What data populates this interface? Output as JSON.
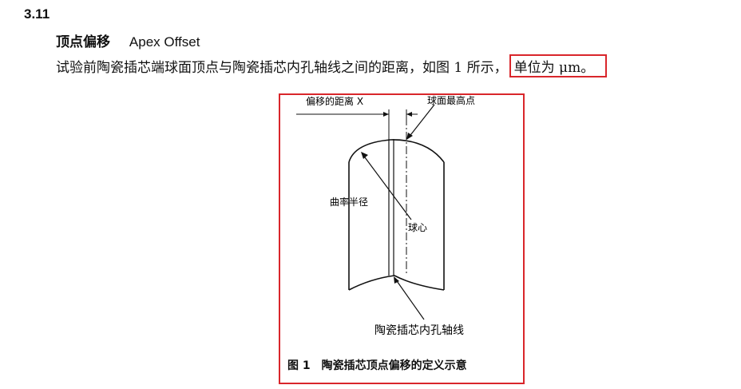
{
  "section": {
    "number": "3.11",
    "title_cn": "顶点偏移",
    "title_en": "Apex Offset",
    "definition": "试验前陶瓷插芯端球面顶点与陶瓷插芯内孔轴线之间的距离，如图 1 所示，",
    "unit_note": "单位为 μm。"
  },
  "figure": {
    "labels": {
      "offset_distance": "偏移的距离 X",
      "sphere_apex": "球面最高点",
      "curvature_radius": "曲率半径",
      "sphere_center": "球心",
      "bore_axis": "陶瓷插芯内孔轴线"
    },
    "caption_number": "图 1",
    "caption_text": "陶瓷插芯顶点偏移的定义示意"
  },
  "highlight_color": "#d9262b"
}
